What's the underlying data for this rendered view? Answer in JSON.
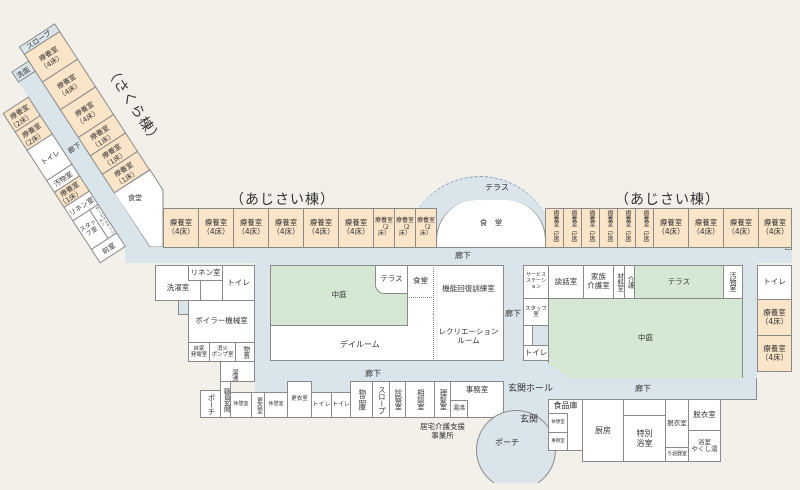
{
  "titles": {
    "sakura_wing": "（さくら棟）",
    "ajisai_wing_left": "（あじさい棟）",
    "ajisai_wing_right": "（あじさい棟）",
    "terrace_top": "テラス"
  },
  "sakura": {
    "slope": "スロープ",
    "washroom": "洗面",
    "corridor": "廊下",
    "right_rooms": [
      {
        "name": "療養室",
        "beds": "（4床）"
      },
      {
        "name": "療養室",
        "beds": "（4床）"
      },
      {
        "name": "療養室",
        "beds": "（4床）"
      },
      {
        "name": "療養室",
        "beds": "（1床）"
      },
      {
        "name": "療養室",
        "beds": "（1床）"
      },
      {
        "name": "療養室",
        "beds": "（1床）"
      }
    ],
    "left_rooms": [
      {
        "name": "療養室",
        "beds": "（2床）"
      },
      {
        "name": "療養室",
        "beds": "（2床）"
      }
    ],
    "toilet": "トイレ",
    "soiled": "汚物室",
    "room1": {
      "name": "療養室",
      "beds": "（1床）"
    },
    "linen": "リネン室",
    "staff": "スタッフ室",
    "service": "サービスステーション",
    "anteroom": "前室",
    "dining": "食堂"
  },
  "ajisai_top": {
    "left": [
      "療養室\n（4床）",
      "療養室\n（4床）",
      "療養室\n（4床）",
      "療養室\n（4床）",
      "療養室\n（4床）",
      "療養室\n（4床）",
      "療養室\n（2床）",
      "療養室\n（2床）",
      "療養室\n（2床）"
    ],
    "dining": "食　堂",
    "single": [
      "療養室（1床）",
      "療養室（1床）",
      "療養室（1床）",
      "療養室（1床）",
      "療養室（1床）",
      "療養室（1床）"
    ],
    "right": [
      "療養室\n（4床）",
      "療養室\n（4床）",
      "療養室\n（4床）",
      "療養室\n（4床）"
    ]
  },
  "corridor_labels": {
    "top": "廊下",
    "middle_right": "廊下",
    "bottom_mid": "廊下",
    "bottom_right": "廊下",
    "entrance_hall": "玄関ホール"
  },
  "west": {
    "linen": "リネン室",
    "toilet": "トイレ",
    "laundry": "洗濯室",
    "boiler": "ボイラー機械室",
    "generator": "自家\n発電室",
    "pump": "消火\nポンプ室",
    "storage": "物置",
    "kettle": "湯沸"
  },
  "center": {
    "courtyard": "中庭",
    "terrace": "テラス",
    "dining": "食堂",
    "rehab": "機能回復訓練室",
    "recreation": "レクリエーション\nルーム",
    "dayroom": "デイルーム"
  },
  "east": {
    "service": "サービス\nステーション",
    "lounge": "談話室",
    "family": "家族\n介護室",
    "materials": "材料室",
    "care": "介護",
    "terrace": "テラス",
    "soiled": "汚物室",
    "courtyard": "中庭",
    "staff": "スタッフ\n室",
    "toilet": "トイレ",
    "toilet_r": "トイレ",
    "rooms_r": [
      "療養室\n（4床）",
      "療養室\n（4床）"
    ]
  },
  "south": {
    "porch": "ポーチ",
    "staff_entrance": "職員玄関",
    "rest1": "休憩室",
    "locker1": "更衣室",
    "rest2": "休憩室",
    "locker2": "更衣室",
    "toilet1": "トイレ",
    "toilet2": "トイレ",
    "goods": "物品庫",
    "slope": "スロープ",
    "exam": "診察室",
    "consult": "相談室",
    "barber": "理髪室",
    "kettle": "湯沸",
    "office": "事務室",
    "care_support": "居宅介護支援\n事業所"
  },
  "southeast": {
    "entrance": "玄関",
    "porch": "ポーチ",
    "pantry": "食品庫",
    "rest": "休憩室",
    "office": "事務室",
    "kitchen": "厨房",
    "special_bath": "特別\n浴室",
    "dressing1": "脱衣室",
    "filter": "ろ過器室",
    "dressing2": "脱衣室",
    "bath": "浴室\nやくし湯"
  }
}
